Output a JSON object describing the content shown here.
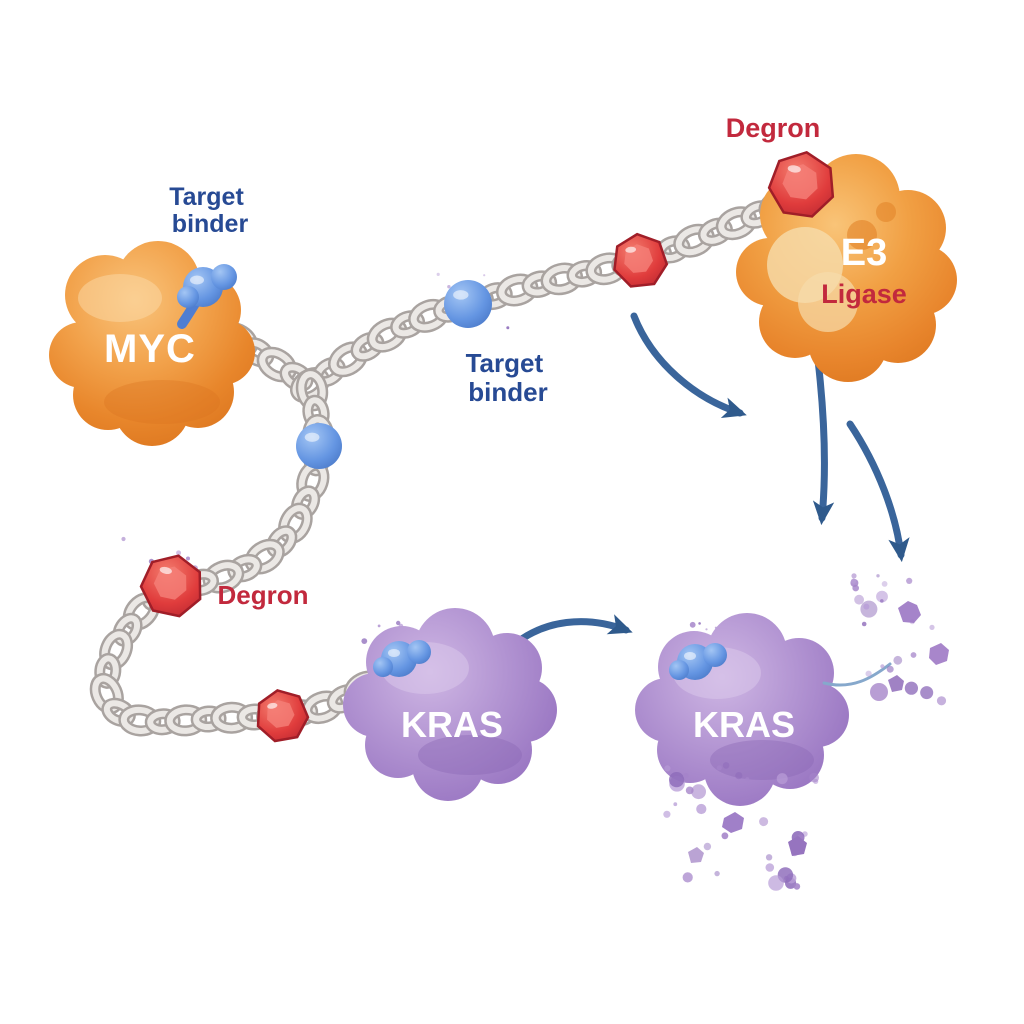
{
  "diagram": {
    "description": "Targeted protein degradation diagram: chain linker with target binders and degrons connects MYC and KRAS to an E3 ligase, leading to KRAS degradation"
  },
  "labels": {
    "target_binder_word1": "Target",
    "target_binder_word2": "binder",
    "degron": "Degron",
    "myc": "MYC",
    "e3": "E3",
    "ligase": "Ligase",
    "kras": "KRAS"
  },
  "colors": {
    "label_blue": "#274a94",
    "label_red": "#c2293d",
    "label_white": "#ffffff",
    "myc_orange": "#ef9a3e",
    "e3_orange": "#f0a245",
    "kras_purple": "#a686cc",
    "binder_blue": "#5b8fe0",
    "degron_red": "#e03c3c",
    "chain_gray": "#d8d4d2",
    "arrow_blue": "#3a659b",
    "speck_purple": "#a98cc9"
  }
}
